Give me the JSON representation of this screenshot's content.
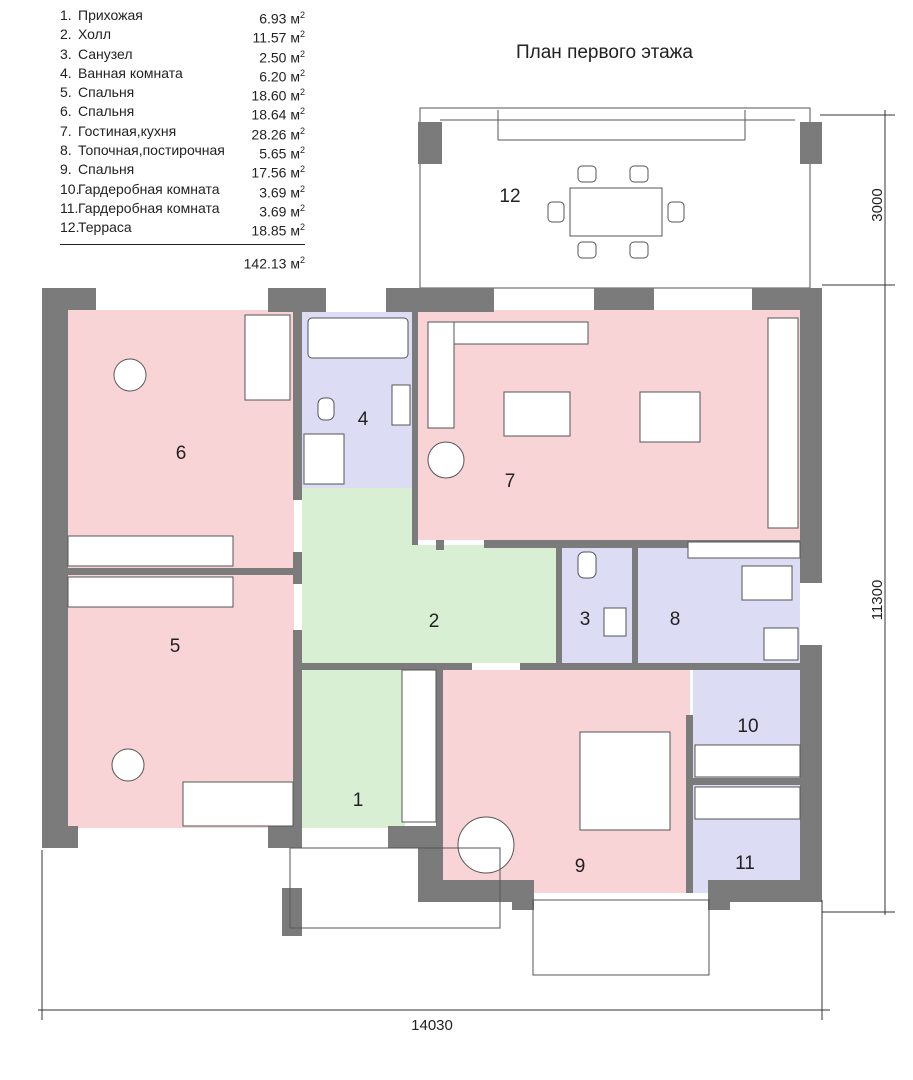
{
  "title": "План первого этажа",
  "rooms": [
    {
      "num": "1.",
      "label": "1",
      "name": "Прихожая",
      "area": "6.93 м",
      "color": "#d8efd4"
    },
    {
      "num": "2.",
      "label": "2",
      "name": "Холл",
      "area": "11.57 м",
      "color": "#d8efd4"
    },
    {
      "num": "3.",
      "label": "3",
      "name": "Санузел",
      "area": "2.50 м",
      "color": "#dcdcf4"
    },
    {
      "num": "4.",
      "label": "4",
      "name": "Ванная комната",
      "area": "6.20 м",
      "color": "#dcdcf4"
    },
    {
      "num": "5.",
      "label": "5",
      "name": "Спальня",
      "area": "18.60 м",
      "color": "#f9d4d6"
    },
    {
      "num": "6.",
      "label": "6",
      "name": "Спальня",
      "area": "18.64 м",
      "color": "#f9d4d6"
    },
    {
      "num": "7.",
      "label": "7",
      "name": "Гостиная,кухня",
      "area": "28.26 м",
      "color": "#f9d4d6"
    },
    {
      "num": "8.",
      "label": "8",
      "name": "Топочная,постирочная",
      "area": "5.65 м",
      "color": "#dcdcf4"
    },
    {
      "num": "9.",
      "label": "9",
      "name": "Спальня",
      "area": "17.56 м",
      "color": "#f9d4d6"
    },
    {
      "num": "10.",
      "label": "10",
      "name": "Гардеробная комната",
      "area": "3.69 м",
      "color": "#dcdcf4"
    },
    {
      "num": "11.",
      "label": "11",
      "name": "Гардеробная комната",
      "area": "3.69 м",
      "color": "#dcdcf4"
    },
    {
      "num": "12.",
      "label": "12",
      "name": "Терраса",
      "area": "18.85 м",
      "color": "#ffffff"
    }
  ],
  "area_unit_sup": "2",
  "total": "142.13 м",
  "dimensions": {
    "terrace_depth": "3000",
    "house_depth": "11300",
    "house_width": "14030"
  },
  "colors": {
    "wall": "#7b7b7b",
    "living": "#f9d4d6",
    "service": "#dcdcf4",
    "hall": "#d8efd4"
  }
}
